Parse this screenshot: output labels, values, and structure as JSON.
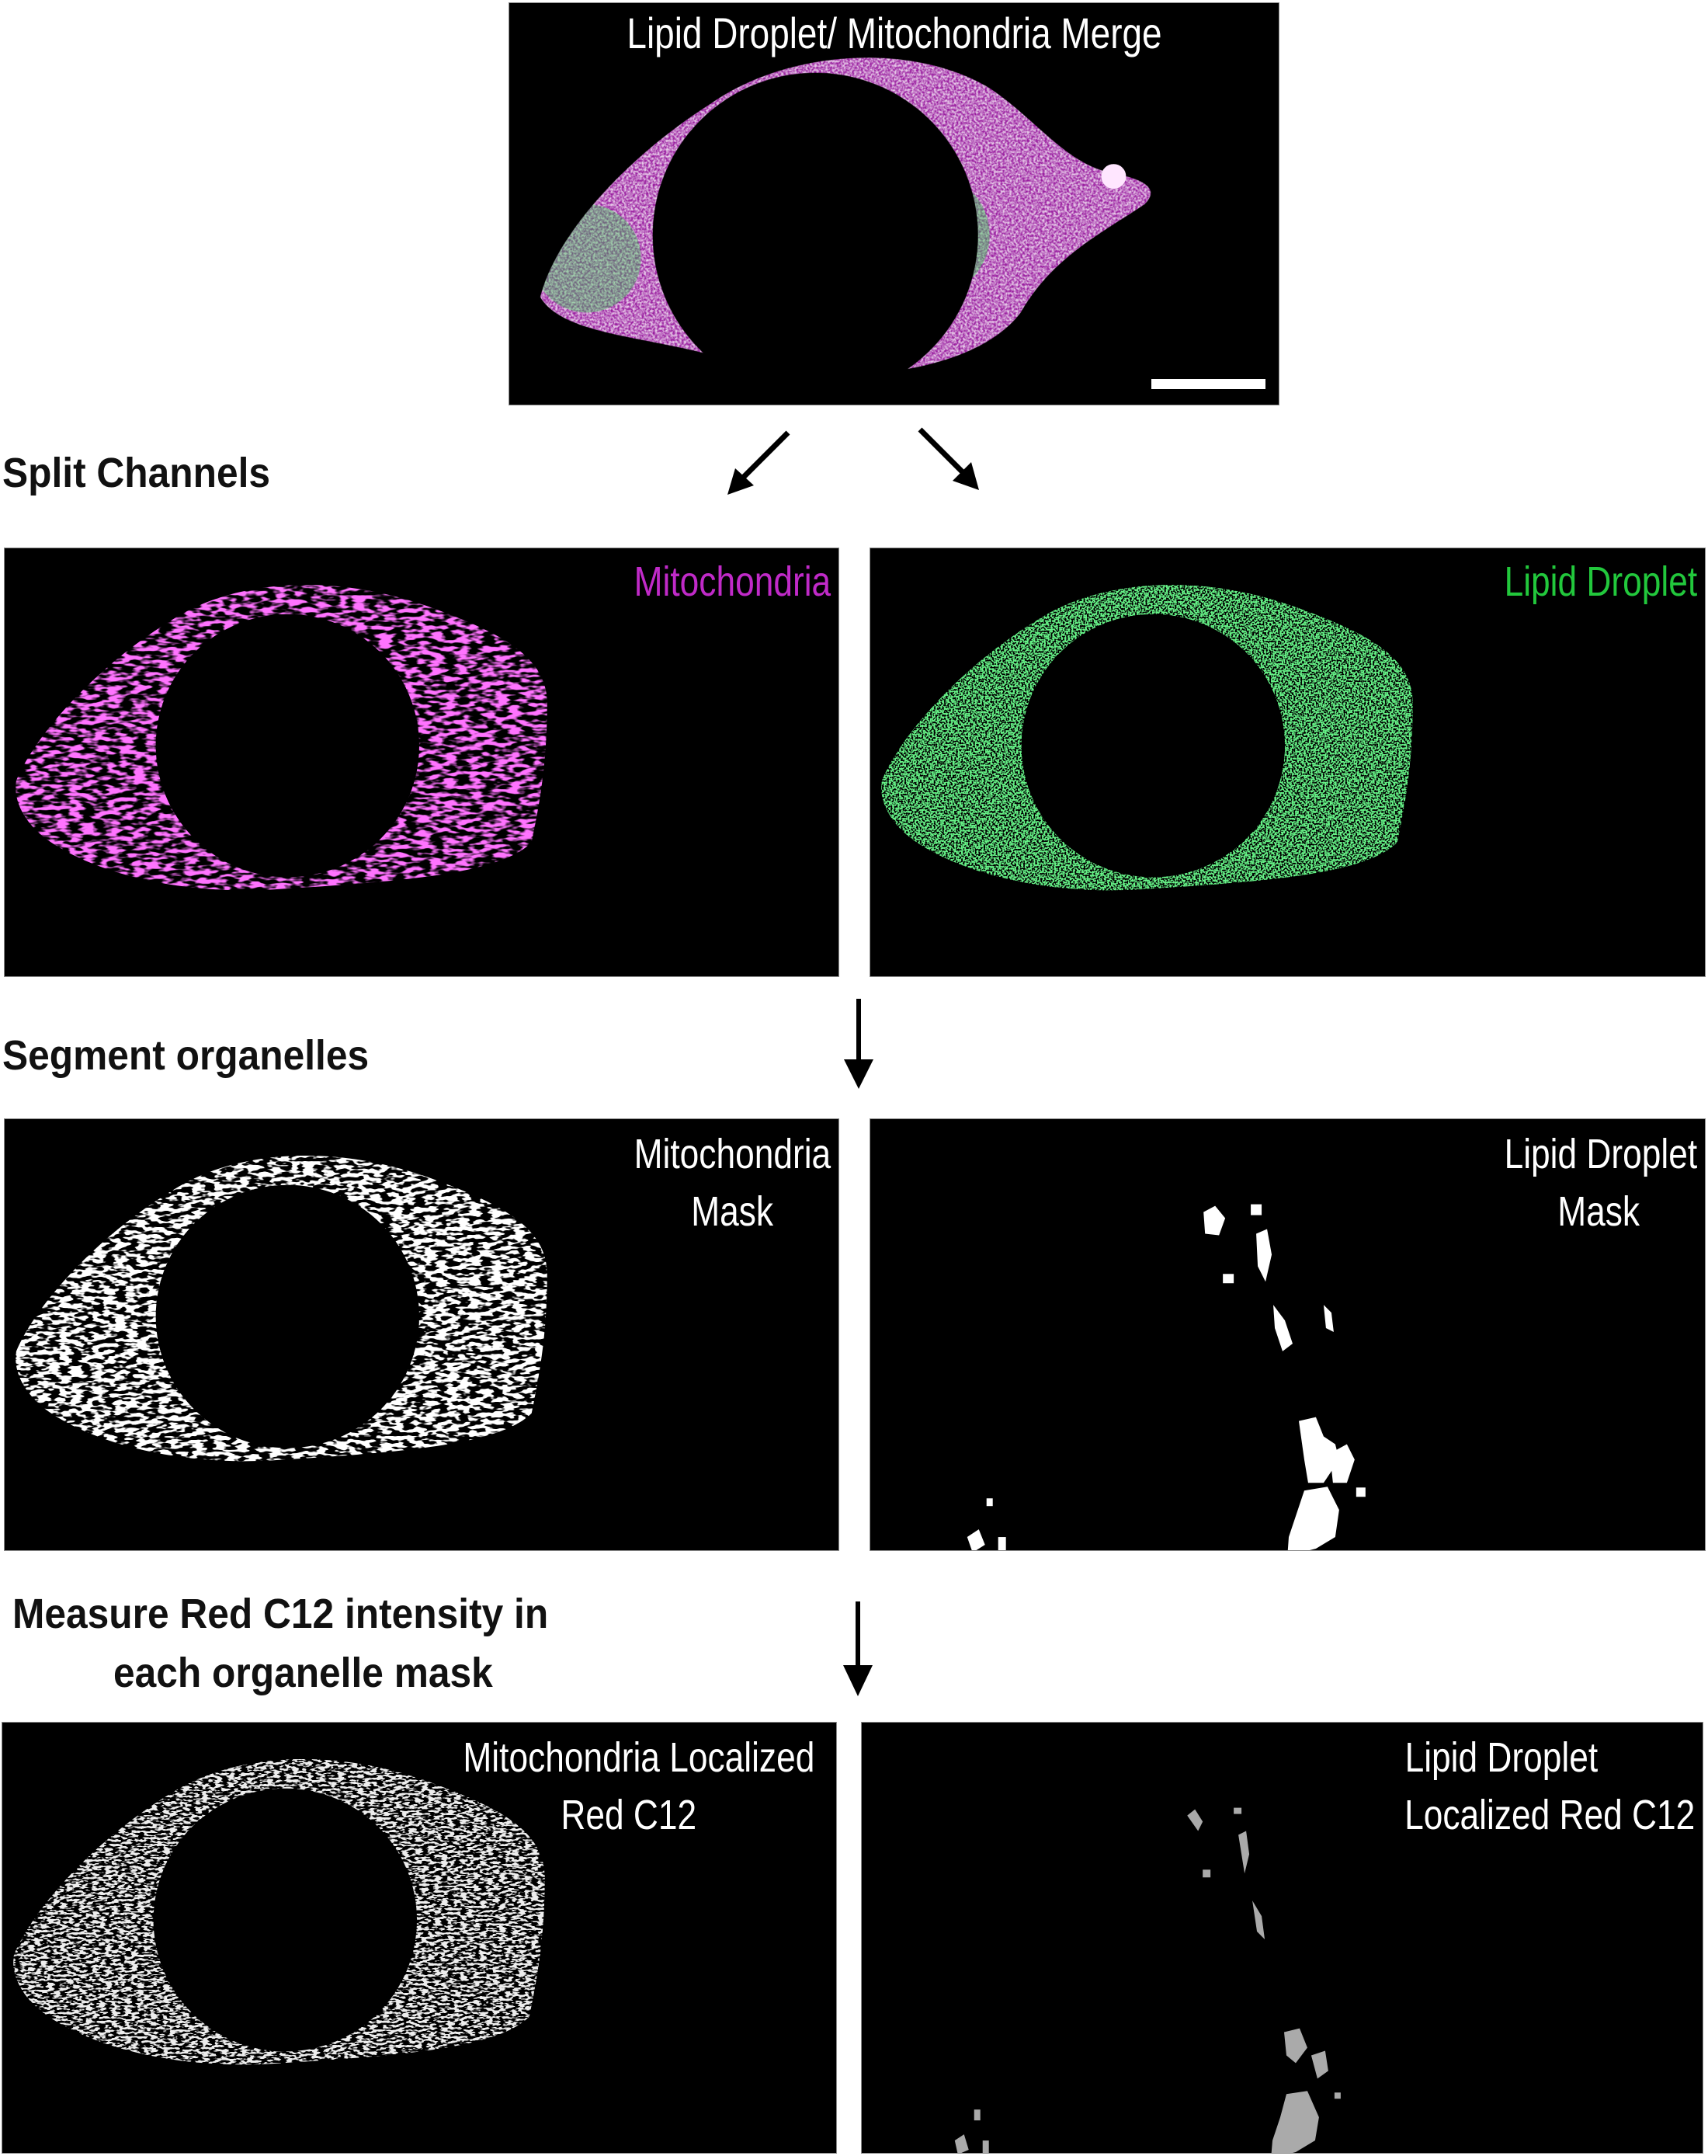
{
  "figure": {
    "merge_panel": {
      "title": "Lipid Droplet/ Mitochondria Merge",
      "scale_bar": true
    },
    "steps": [
      {
        "id": "split",
        "heading": "Split Channels"
      },
      {
        "id": "segment",
        "heading": "Segment organelles"
      },
      {
        "id": "measure",
        "heading_line1": "Measure Red C12 intensity in",
        "heading_line2": "each organelle mask"
      }
    ],
    "split_channels": {
      "left": {
        "label": "Mitochondria",
        "color": "#C02AC8"
      },
      "right": {
        "label": "Lipid Droplet",
        "color": "#22C83C"
      }
    },
    "masks": {
      "left": {
        "label_line1": "Mitochondria",
        "label_line2": "Mask",
        "color": "#FFFFFF"
      },
      "right": {
        "label_line1": "Lipid Droplet",
        "label_line2": "Mask",
        "color": "#FFFFFF"
      }
    },
    "localized": {
      "left": {
        "label_line1": "Mitochondria Localized",
        "label_line2": "Red C12",
        "color": "#FFFFFF"
      },
      "right": {
        "label_line1": "Lipid Droplet",
        "label_line2": "Localized Red C12",
        "color": "#FFFFFF"
      }
    },
    "colors": {
      "mitochondria": "#FF2BFF",
      "lipid_droplet": "#22E03C",
      "mask": "#FFFFFF",
      "localized": "#D8D8D8",
      "background": "#000000"
    }
  }
}
